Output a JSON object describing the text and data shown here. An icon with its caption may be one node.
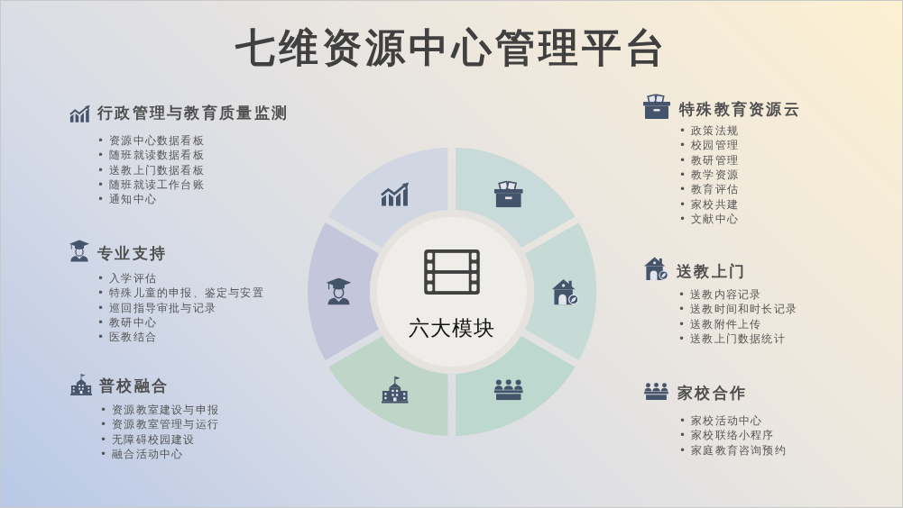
{
  "diagram": {
    "title": "七维资源中心管理平台",
    "nodes": [
      {
        "text": [
          "六大模块"
        ]
      },
      {
        "text": [],
        "shape": "sector"
      },
      {
        "text": [],
        "shape": "sector"
      },
      {
        "text": [],
        "shape": "sector"
      },
      {
        "text": [],
        "shape": "sector"
      },
      {
        "text": [],
        "shape": "sector"
      },
      {
        "text": [],
        "shape": "sector"
      }
    ],
    "labels": [
      "行政管理与教育质量监测",
      "• 资源中心数据看板",
      "• 随班就读数据看板",
      "• 送教上门数据看板",
      "• 随班就读工作台账",
      "• 通知中心",
      "专业支持",
      "• 入学评估",
      "• 特殊儿童的申报、鉴定与安置",
      "• 巡回指导审批与记录",
      "• 教研中心",
      "• 医教结合",
      "普校融合",
      "• 资源教室建设与申报",
      "• 资源教室管理与运行",
      "• 无障碍校园建设",
      "• 融合活动中心",
      "特殊教育资源云",
      "• 政策法规",
      "• 校园管理",
      "• 教研管理",
      "• 教学资源",
      "• 教育评估",
      "• 家校共建",
      "• 文献中心",
      "送教上门",
      "• 送教内容记录",
      "• 送教时间和时长记录",
      "• 送教附件上传",
      "• 送教上门数据统计",
      "家校合作",
      "• 家校活动中心",
      "• 家校联络小程序",
      "• 家庭教育咨询预约"
    ]
  }
}
